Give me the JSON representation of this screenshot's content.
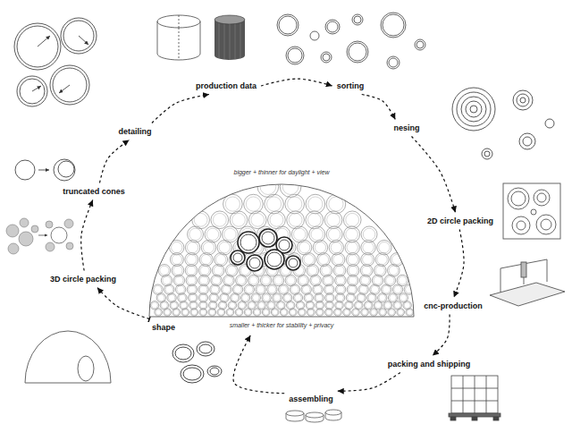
{
  "diagram": {
    "nodes": [
      {
        "text": [
          "production data"
        ]
      },
      {
        "text": [
          "sorting"
        ]
      },
      {
        "text": [
          "nesing"
        ]
      },
      {
        "text": [
          "2D circle packing"
        ]
      },
      {
        "text": [
          "cnc-production"
        ]
      },
      {
        "text": [
          "packing and shipping"
        ]
      },
      {
        "text": [
          "assembling"
        ]
      },
      {
        "text": [
          "shape"
        ]
      },
      {
        "text": [
          "3D circle packing"
        ]
      },
      {
        "text": [
          "truncated cones"
        ]
      },
      {
        "text": [
          "detailing"
        ]
      },
      {
        "text": [
          "bigger + thinner for daylight + view",
          "smaller + thicker for stability + privacy"
        ]
      }
    ],
    "edges": [
      {
        "from": 0,
        "to": 1,
        "arrow": "to"
      },
      {
        "from": 1,
        "to": 2,
        "arrow": "to"
      },
      {
        "from": 2,
        "to": 3,
        "arrow": "to"
      },
      {
        "from": 3,
        "to": 4,
        "arrow": "to"
      },
      {
        "from": 4,
        "to": 5,
        "arrow": "to"
      },
      {
        "from": 5,
        "to": 6,
        "arrow": "to"
      },
      {
        "from": 6,
        "to": 11,
        "arrow": "to"
      },
      {
        "from": 7,
        "to": 8,
        "arrow": "to"
      },
      {
        "from": 8,
        "to": 9,
        "arrow": "to"
      },
      {
        "from": 9,
        "to": 10,
        "arrow": "to"
      },
      {
        "from": 10,
        "to": 0,
        "arrow": "to"
      }
    ]
  }
}
